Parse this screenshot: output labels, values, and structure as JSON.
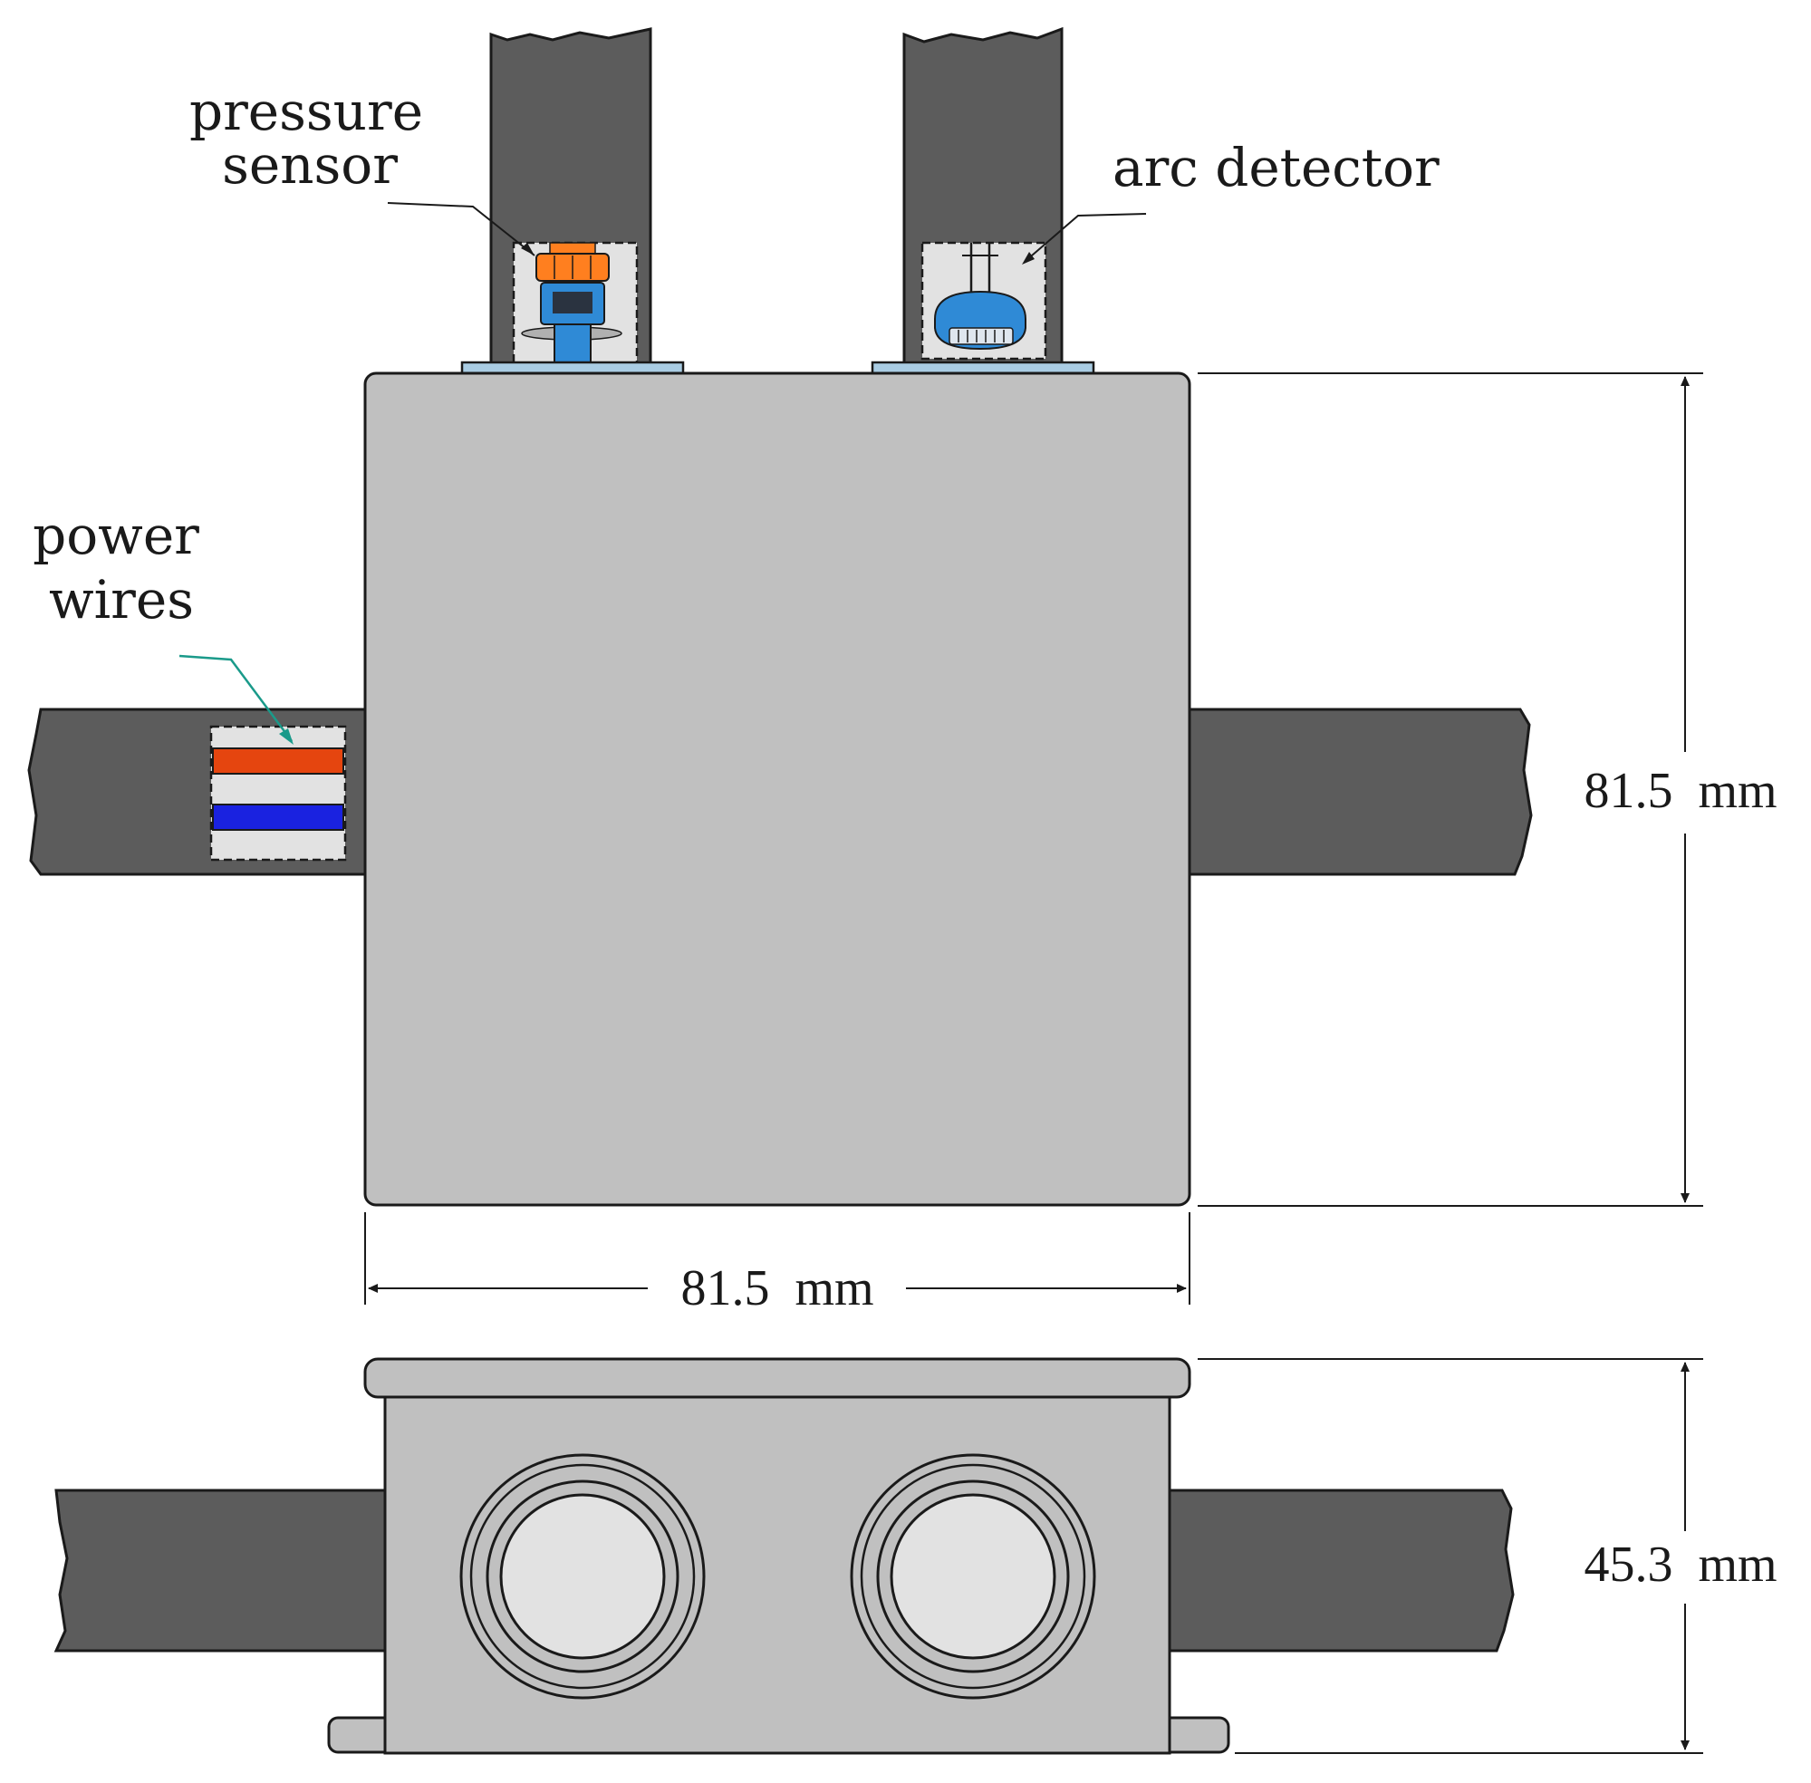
{
  "labels": {
    "pressure_line1": "pressure",
    "pressure_line2": "sensor",
    "arc_detector": "arc detector",
    "power_line1": "power",
    "power_line2": "wires"
  },
  "dimensions": {
    "top_height": "81.5  mm",
    "top_width": "81.5  mm",
    "side_height": "45.3  mm"
  },
  "colors": {
    "box_fill": "#c0c0c0",
    "cable_fill": "#5c5c5c",
    "outline": "#1a1a1a",
    "flange_blue": "#a9cce3",
    "sensor_orange": "#ff7f1f",
    "sensor_blue": "#2f8ad6",
    "wire_red": "#e5450f",
    "wire_blue": "#1a22e0",
    "inset_fill": "#e2e2e2",
    "leader_teal": "#1a9a8a"
  }
}
